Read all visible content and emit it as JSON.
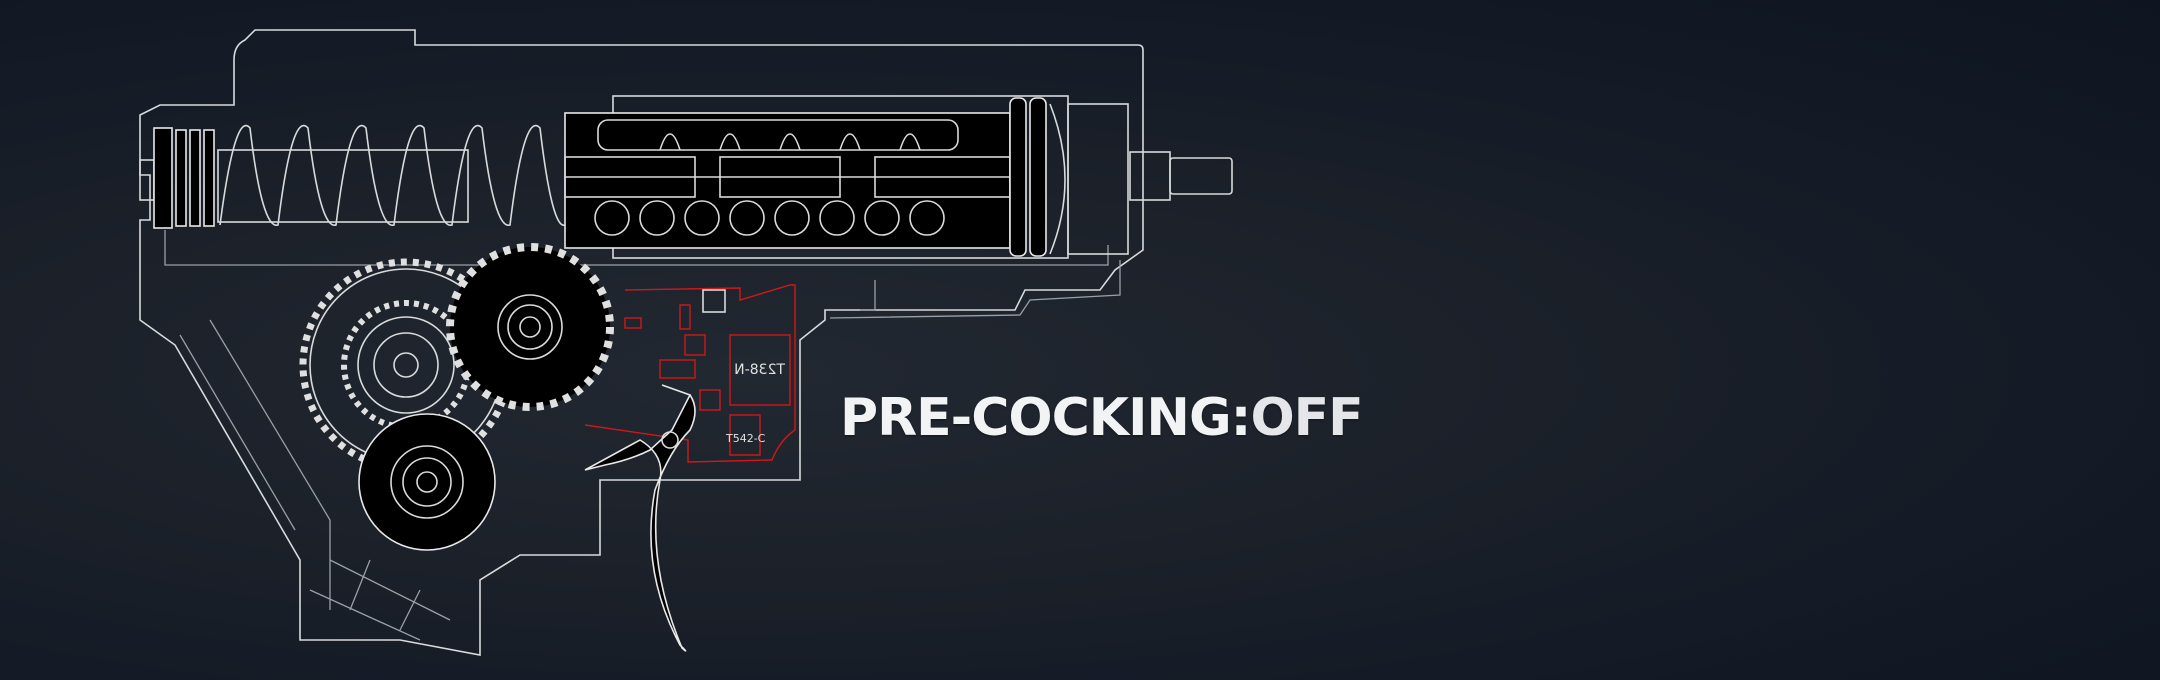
{
  "status": {
    "label": "PRE-COCKING:",
    "value": "OFF"
  },
  "pcb": {
    "chip_main": "T238-N",
    "chip_secondary": "T542-C"
  },
  "colors": {
    "background": "#1b2029",
    "outline": "#d8dadc",
    "pcb_trace": "#d01818"
  }
}
